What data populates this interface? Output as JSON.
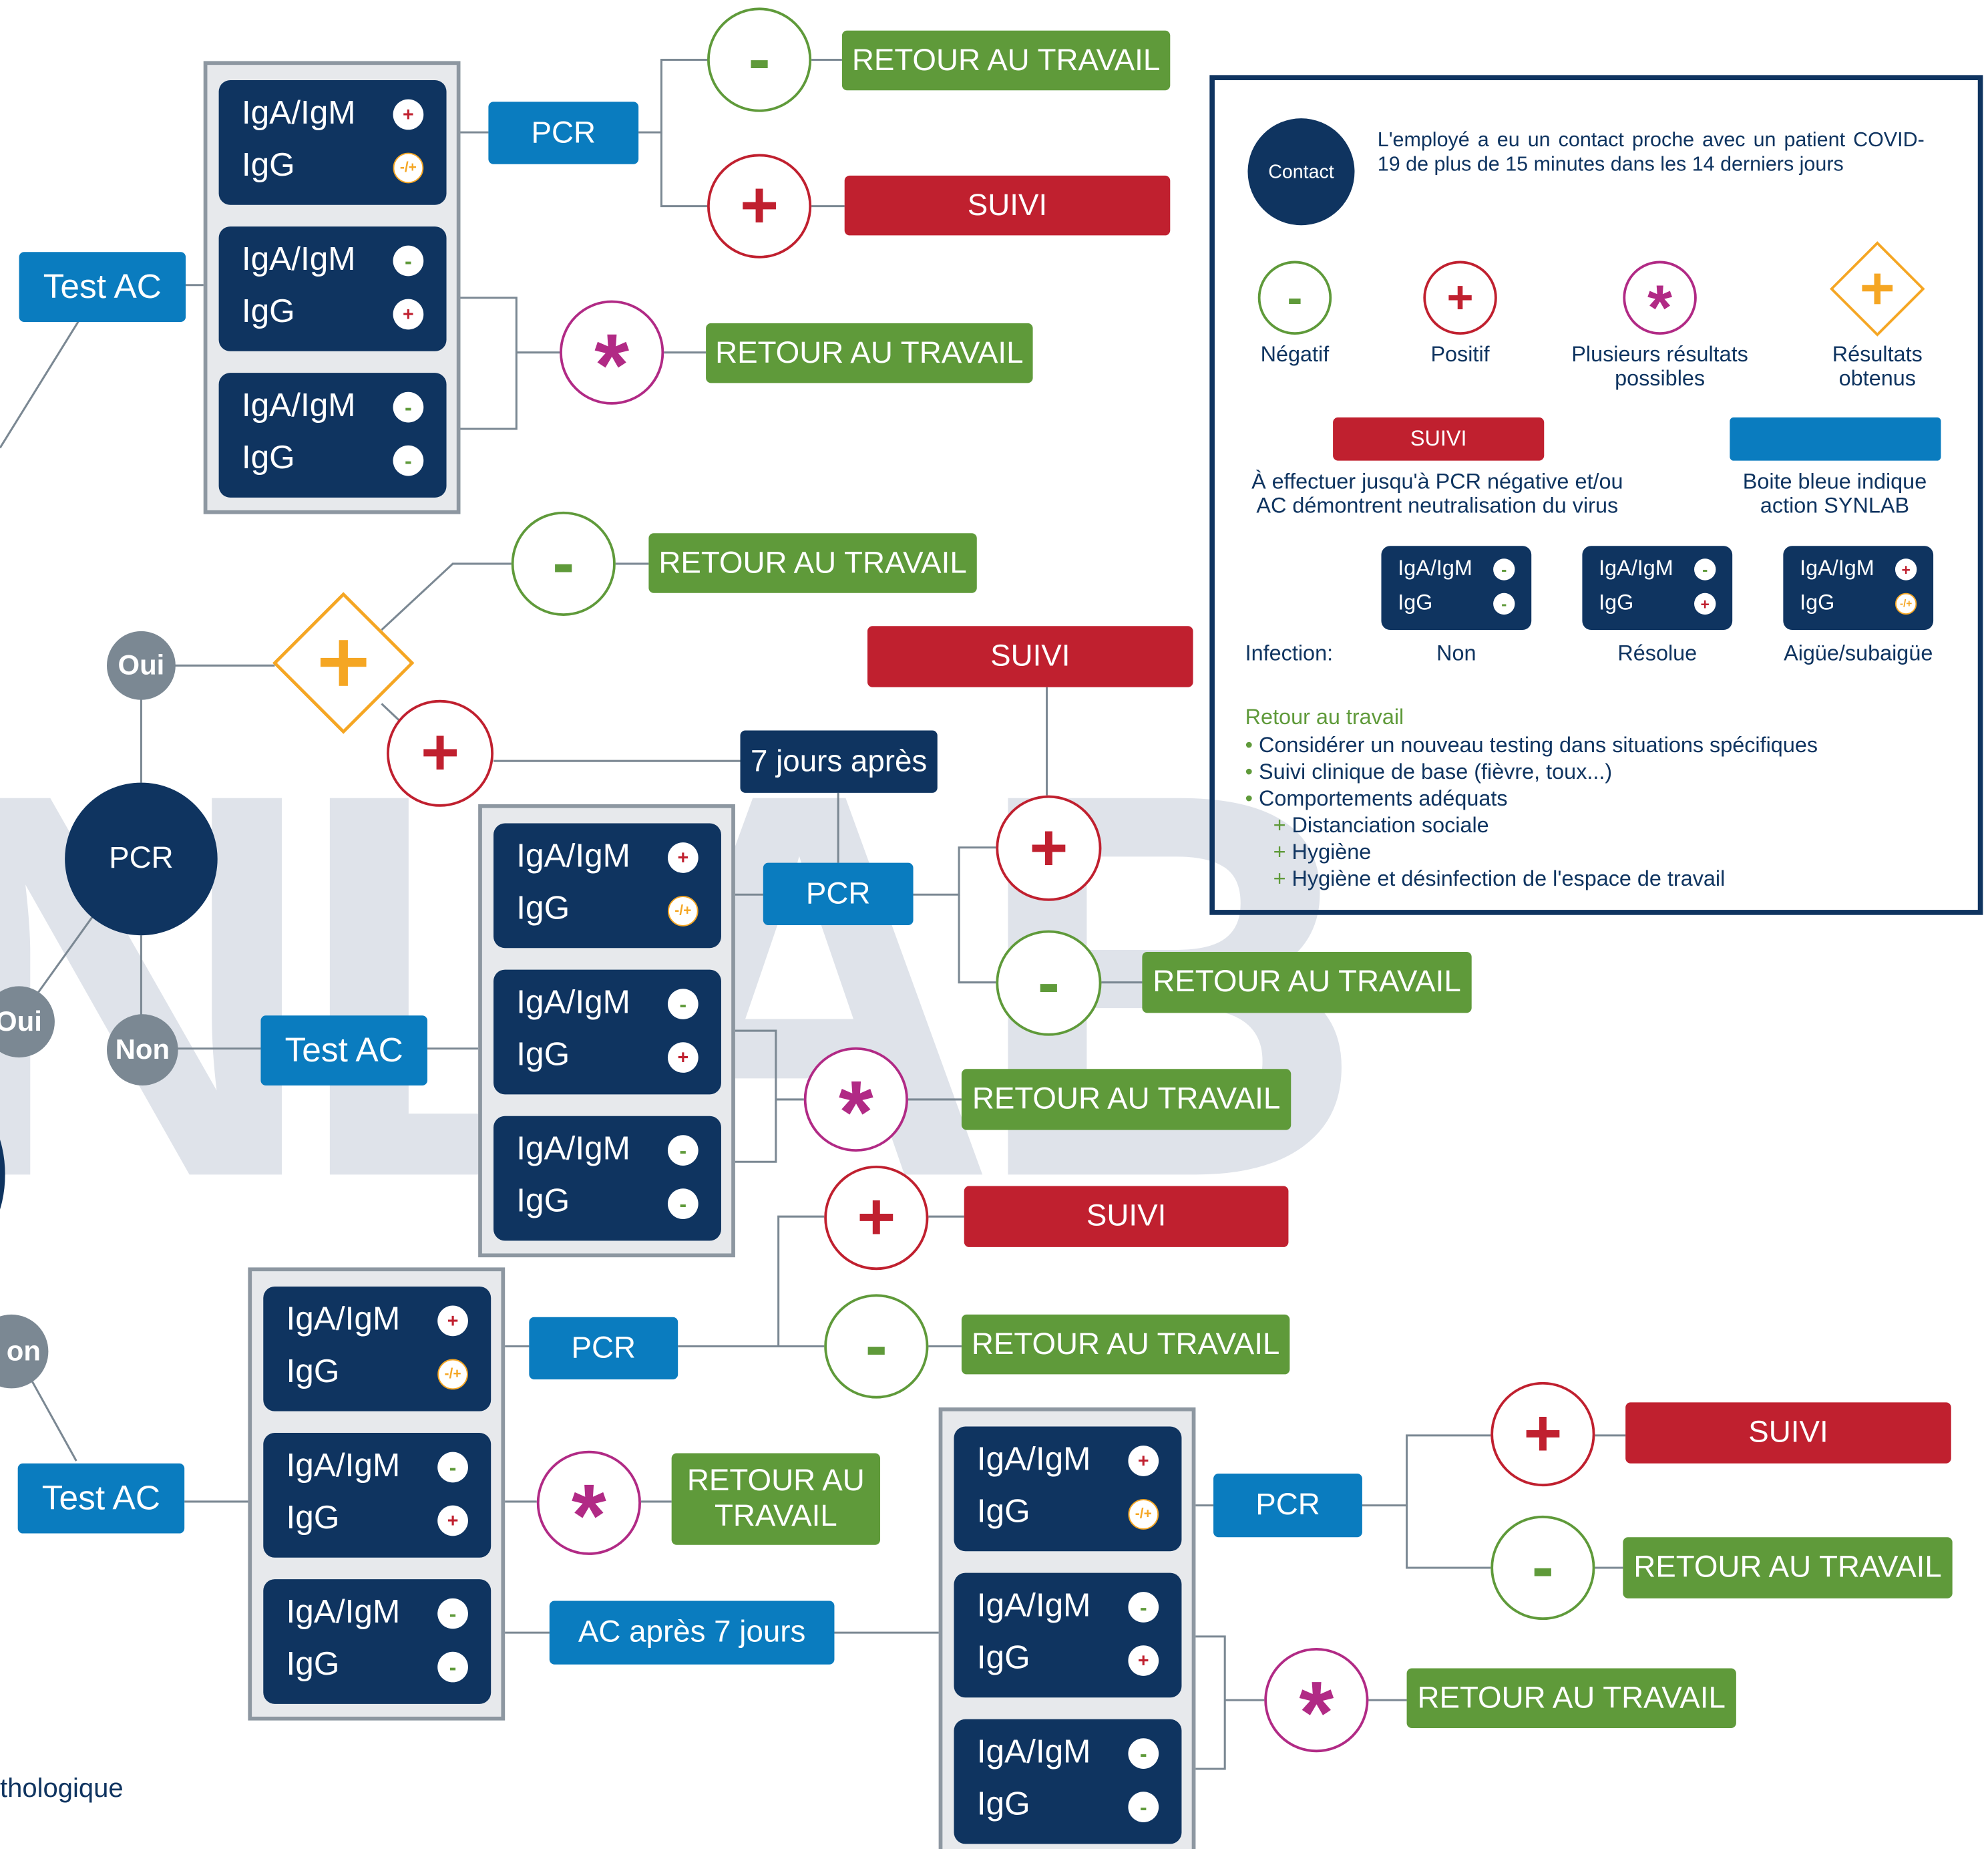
{
  "colors": {
    "navy": "#0f3460",
    "blue": "#0a7cbf",
    "green": "#5f9a3a",
    "red": "#c0202f",
    "magenta": "#b12a85",
    "orange": "#f5a623",
    "grey": "#7b8893"
  },
  "watermark": "NLAB",
  "labels": {
    "test_ac": "Test AC",
    "pcr": "PCR",
    "retour": "RETOUR AU TRAVAIL",
    "retour_l1": "RETOUR AU",
    "retour_l2": "TRAVAIL",
    "suivi": "SUIVI",
    "sept_jours_apres": "7 jours après",
    "ac_apres_7_jours": "AC après 7 jours",
    "oui": "Oui",
    "non": "Non",
    "on_partial": "on",
    "footer_partial": "thologique",
    "iga_igm": "IgA/IgM",
    "igg": "IgG"
  },
  "symbols": {
    "negative": "-",
    "positive": "+",
    "multiple": "*",
    "obtained": "-/+"
  },
  "legend": {
    "contact_label": "Contact",
    "contact_text": "L'employé a eu un contact proche avec un patient COVID-19 de plus de 15 minutes dans les 14 derniers jours",
    "negatif": "Négatif",
    "positif": "Positif",
    "plusieurs_l1": "Plusieurs résultats",
    "plusieurs_l2": "possibles",
    "resultats_l1": "Résultats",
    "resultats_l2": "obtenus",
    "suivi_label": "SUIVI",
    "suivi_desc_l1": "À effectuer jusqu'à PCR négative et/ou",
    "suivi_desc_l2": "AC démontrent neutralisation du virus",
    "blue_desc_l1": "Boite bleue indique",
    "blue_desc_l2": "action SYNLAB",
    "infection_label": "Infection:",
    "infection_non": "Non",
    "infection_resolue": "Résolue",
    "infection_aigue": "Aigüe/subaigüe",
    "retour_title": "Retour au travail",
    "bullets": [
      "Considérer un nouveau testing dans situations spécifiques",
      "Suivi clinique de base (fièvre, toux...)",
      "Comportements adéquats"
    ],
    "sub_bullets": [
      "Distanciation sociale",
      "Hygiène",
      "Hygiène et désinfection de l'espace de travail"
    ]
  }
}
